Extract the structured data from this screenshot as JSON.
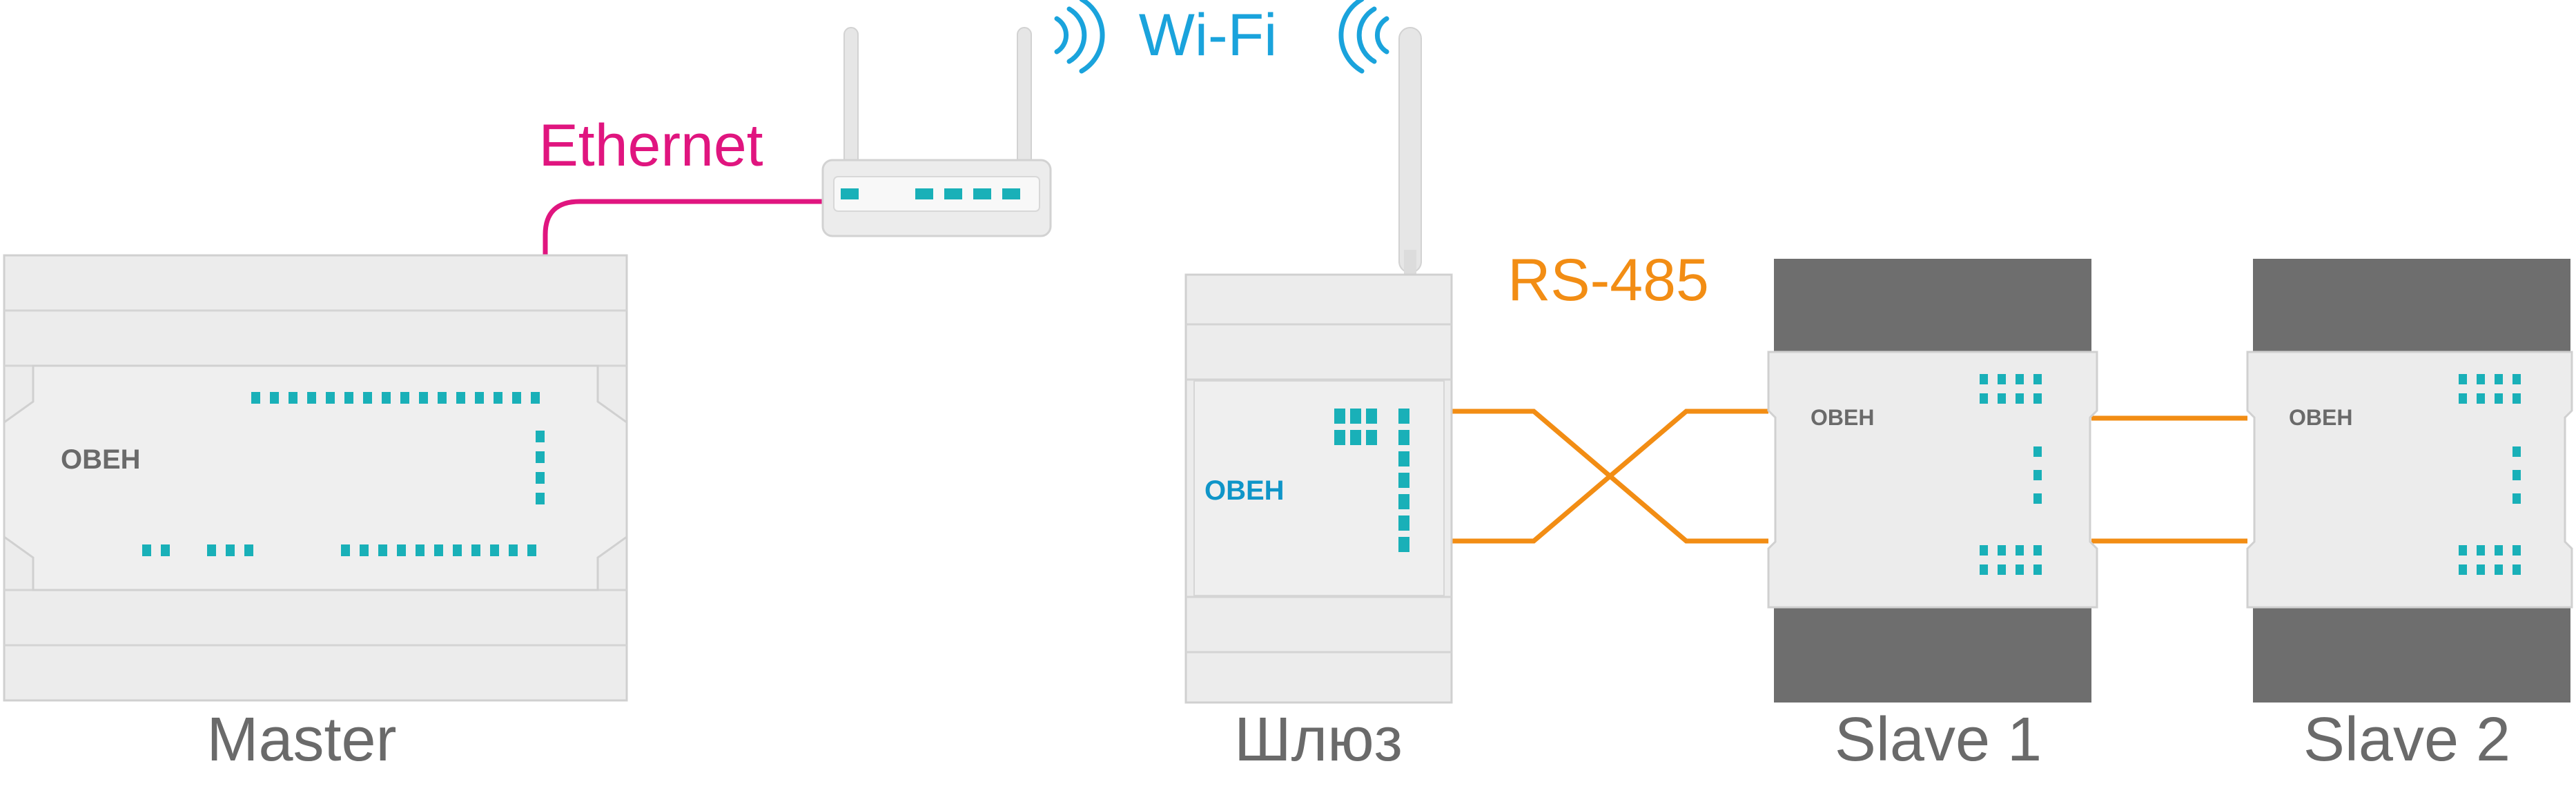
{
  "labels": {
    "wifi": "Wi-Fi",
    "ethernet": "Ethernet",
    "rs485": "RS-485",
    "master": "Master",
    "gateway": "Шлюз",
    "slave1": "Slave 1",
    "slave2": "Slave 2"
  },
  "logos": {
    "master": "ОВЕН",
    "gateway": "ОВЕН",
    "slave1": "ОВЕН",
    "slave2": "ОВЕН"
  },
  "colors": {
    "ethernet": "#e0157f",
    "wifi": "#1aa3dc",
    "rs485": "#f28d14",
    "led": "#19b0b8",
    "device_body": "#ececec",
    "device_border": "#d0d0d0",
    "slave_rail": "#6e6e6e",
    "label_gray": "#6a6a6a"
  }
}
